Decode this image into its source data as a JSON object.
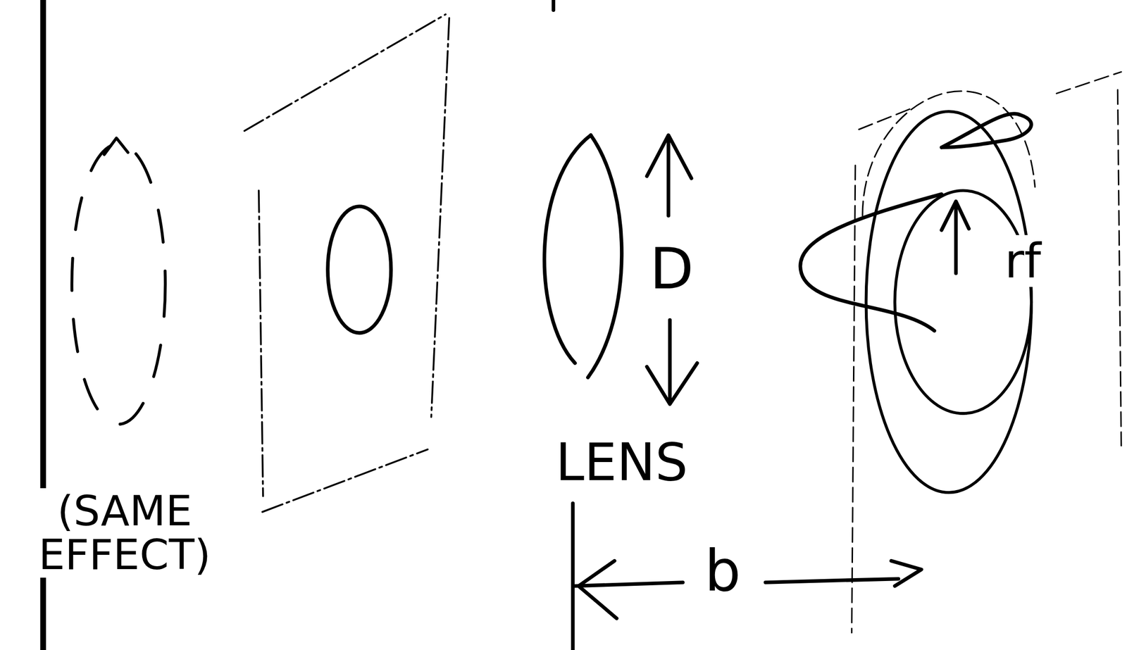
{
  "diagram": {
    "labels": [
      "(SAME EFFECT)",
      "LENS",
      "D",
      "rf",
      "b"
    ]
  }
}
